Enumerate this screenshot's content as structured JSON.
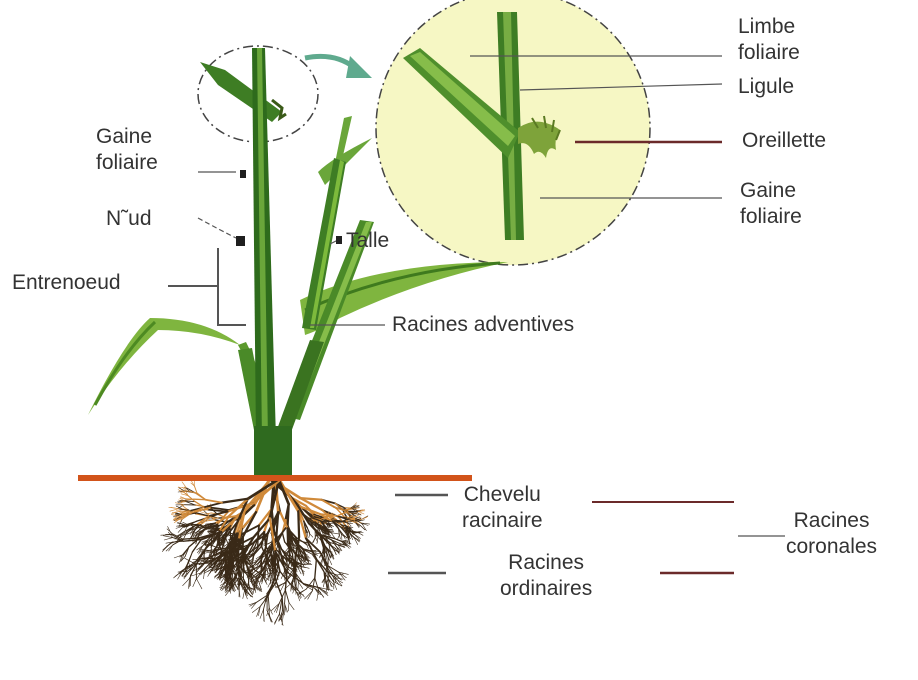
{
  "labels": {
    "limbe_foliaire": "Limbe\nfoliaire",
    "ligule": "Ligule",
    "oreillette": "Oreillette",
    "gaine_foliaire_zoom": "Gaine\nfoliaire",
    "gaine_foliaire": "Gaine\nfoliaire",
    "noeud": "N˜ud",
    "talle": "Talle",
    "entrenoeud": "Entrenoeud",
    "racines_adventives": "Racines adventives",
    "chevelu_racinaire": "Chevelu\nracinaire",
    "racines_coronales": "Racines\ncoronales",
    "racines_ordinaires": "Racines\nordinaires"
  },
  "colors": {
    "stem_dark": "#2e6b1c",
    "stem_light": "#6aa63a",
    "leaf": "#7fb53f",
    "zoom_fill": "#f6f7c4",
    "soil_line": "#d2541a",
    "root_dark": "#3a2a18",
    "root_orange": "#d08a3a",
    "leader": "#555555",
    "arrow": "#5faa8e"
  }
}
